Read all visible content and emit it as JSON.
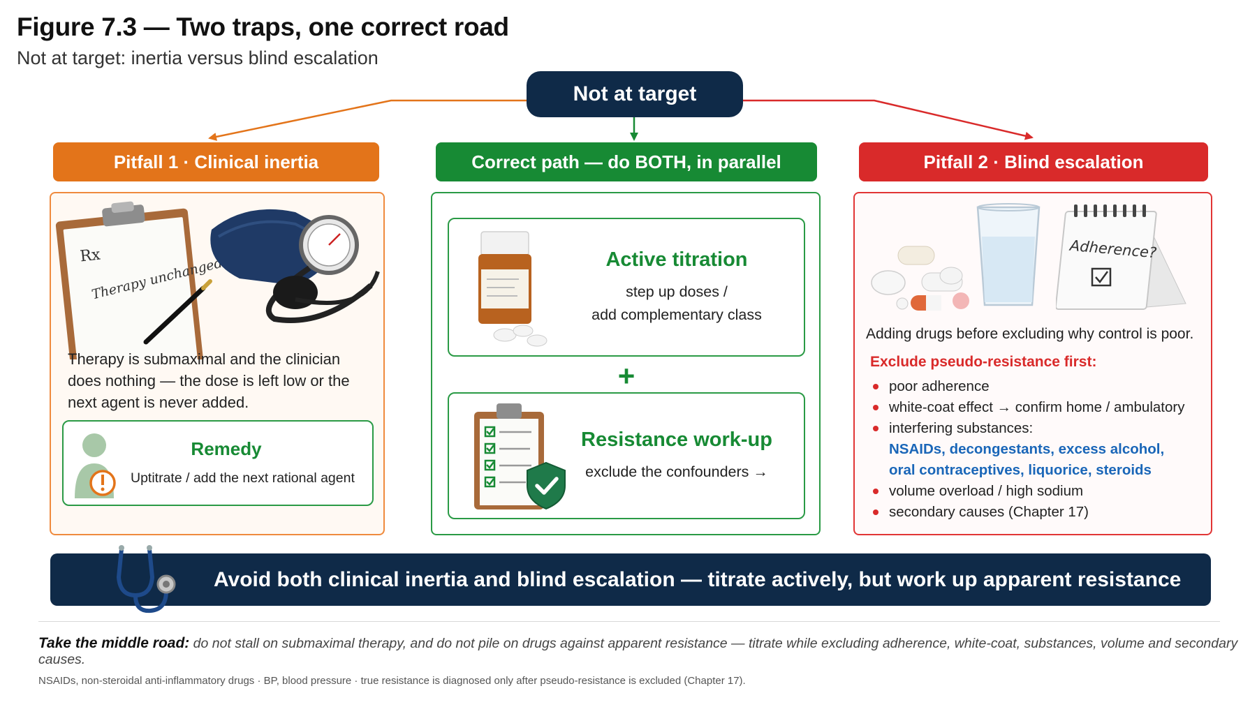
{
  "figure": {
    "title": "Figure 7.3 — Two traps, one correct road",
    "subtitle": "Not at target: inertia versus blind escalation"
  },
  "root": {
    "label": "Not at target"
  },
  "left": {
    "header": "Pitfall 1 · Clinical inertia",
    "image_text_rx": "Rx",
    "image_text_note": "Therapy unchanged",
    "description": "Therapy is submaximal and the clinician does nothing — the dose is left low or the next agent is never added.",
    "remedy_title": "Remedy",
    "remedy_text": "Uptitrate / add the next rational agent"
  },
  "middle": {
    "header": "Correct path — do BOTH, in parallel",
    "card1_title": "Active titration",
    "card1_line1": "step up doses /",
    "card1_line2": "add complementary class",
    "plus": "+",
    "card2_title": "Resistance work-up",
    "card2_text": "exclude the confounders →"
  },
  "right": {
    "header": "Pitfall 2 · Blind escalation",
    "calendar_text": "Adherence?",
    "description": "Adding drugs before excluding why control is poor.",
    "list_title": "Exclude pseudo-resistance first:",
    "bullets": {
      "b1": "poor adherence",
      "b2": "white-coat effect → confirm home / ambulatory",
      "b3": "interfering substances:",
      "b3_sub1": "NSAIDs, decongestants, excess alcohol,",
      "b3_sub2": "oral contraceptives, liquorice, steroids",
      "b4": "volume overload / high sodium",
      "b5": "secondary causes (Chapter 17)"
    }
  },
  "banner": {
    "text": "Avoid both clinical inertia and blind escalation — titrate actively, but work up apparent resistance"
  },
  "takeaway": {
    "lead": "Take the middle road:",
    "text": " do not stall on submaximal therapy, and do not pile on drugs against apparent resistance — titrate while excluding adherence, white-coat, substances, volume and secondary causes."
  },
  "footnote": "NSAIDs, non-steroidal anti-inflammatory drugs  ·  BP, blood pressure  ·  true resistance is diagnosed only after pseudo-resistance is excluded (Chapter 17).",
  "colors": {
    "navy": "#0f2a48",
    "orange": "#e3741a",
    "green": "#178a34",
    "red": "#d92a2a",
    "blue": "#1a66b8"
  },
  "icons": [
    "clipboard-icon",
    "bp-cuff-icon",
    "pill-bottle-icon",
    "checklist-icon",
    "shield-check-icon",
    "pills-icon",
    "water-glass-icon",
    "calendar-icon",
    "person-alert-icon",
    "stethoscope-icon"
  ]
}
